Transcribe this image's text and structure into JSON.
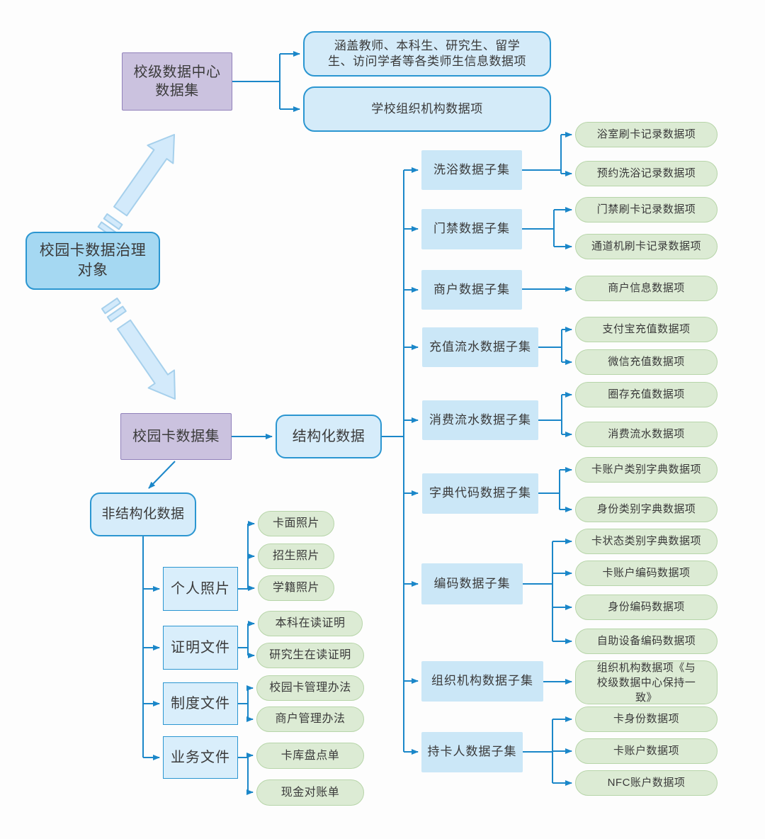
{
  "diagram": {
    "root": {
      "label": "校园卡数据治理对象"
    },
    "school_data_center": {
      "label": "校级数据中心数据集",
      "items": [
        "涵盖教师、本科生、研究生、留学生、访问学者等各类师生信息数据项",
        "学校组织机构数据项"
      ]
    },
    "campus_card_dataset": {
      "label": "校园卡数据集"
    },
    "structured": {
      "label": "结构化数据",
      "subsets": [
        {
          "label": "洗浴数据子集",
          "items": [
            "浴室刷卡记录数据项",
            "预约洗浴记录数据项"
          ]
        },
        {
          "label": "门禁数据子集",
          "items": [
            "门禁刷卡记录数据项",
            "通道机刷卡记录数据项"
          ]
        },
        {
          "label": "商户数据子集",
          "items": [
            "商户信息数据项"
          ]
        },
        {
          "label": "充值流水数据子集",
          "items": [
            "支付宝充值数据项",
            "微信充值数据项"
          ]
        },
        {
          "label": "消费流水数据子集",
          "items": [
            "圈存充值数据项",
            "消费流水数据项"
          ]
        },
        {
          "label": "字典代码数据子集",
          "items": [
            "卡账户类别字典数据项",
            "身份类别字典数据项"
          ]
        },
        {
          "label": "编码数据子集",
          "items": [
            "卡状态类别字典数据项",
            "卡账户编码数据项",
            "身份编码数据项",
            "自助设备编码数据项"
          ]
        },
        {
          "label": "组织机构数据子集",
          "items": [
            "组织机构数据项《与校级数据中心保持一致》"
          ]
        },
        {
          "label": "持卡人数据子集",
          "items": [
            "卡身份数据项",
            "卡账户数据项",
            "NFC账户数据项"
          ]
        }
      ]
    },
    "unstructured": {
      "label": "非结构化数据",
      "categories": [
        {
          "label": "个人照片",
          "items": [
            "卡面照片",
            "招生照片",
            "学籍照片"
          ]
        },
        {
          "label": "证明文件",
          "items": [
            "本科在读证明",
            "研究生在读证明"
          ]
        },
        {
          "label": "制度文件",
          "items": [
            "校园卡管理办法",
            "商户管理办法"
          ]
        },
        {
          "label": "业务文件",
          "items": [
            "卡库盘点单",
            "现金对账单"
          ]
        }
      ]
    },
    "colors": {
      "connector": "#1b87c9",
      "root_fill": "#a5d8f2",
      "blue_border": "#2b96d1",
      "purple_fill": "#cbc2df",
      "purple_border": "#9181bb",
      "subset_fill": "#cbe7f7",
      "green_fill": "#dcebd4",
      "green_border": "#b7d5a9",
      "block_arrow_fill": "#d3eafb",
      "block_arrow_border": "#a6d0ec"
    }
  }
}
